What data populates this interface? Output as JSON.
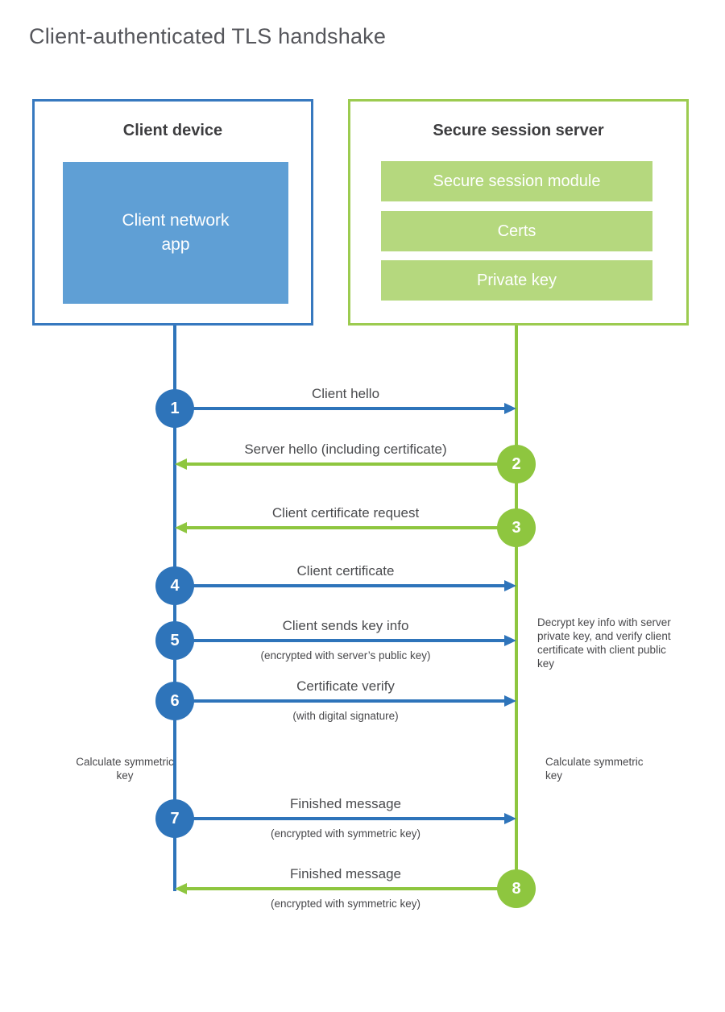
{
  "title": "Client-authenticated TLS handshake",
  "client": {
    "heading": "Client device",
    "app": "Client network app"
  },
  "server": {
    "heading": "Secure session server",
    "modules": [
      "Secure session module",
      "Certs",
      "Private key"
    ]
  },
  "messages": [
    {
      "num": "1",
      "label": "Client hello",
      "from": "client",
      "to": "server"
    },
    {
      "num": "2",
      "label": "Server hello (including certificate)",
      "from": "server",
      "to": "client"
    },
    {
      "num": "3",
      "label": "Client certificate request",
      "from": "server",
      "to": "client"
    },
    {
      "num": "4",
      "label": "Client certificate",
      "from": "client",
      "to": "server"
    },
    {
      "num": "5",
      "label": "Client sends key info",
      "sub": "(encrypted with server’s public key)",
      "from": "client",
      "to": "server"
    },
    {
      "num": "6",
      "label": "Certificate verify",
      "sub": "(with digital signature)",
      "from": "client",
      "to": "server"
    },
    {
      "num": "7",
      "label": "Finished message",
      "sub": "(encrypted with symmetric key)",
      "from": "client",
      "to": "server"
    },
    {
      "num": "8",
      "label": "Finished message",
      "sub": "(encrypted with symmetric key)",
      "from": "server",
      "to": "client"
    }
  ],
  "notes": {
    "server_side": "Decrypt key info with server private key, and verify client certificate with client public key",
    "calc_left": "Calculate symmetric key",
    "calc_right": "Calculate symmetric key"
  },
  "colors": {
    "blue": "#2e74ba",
    "blue-border": "#3779bf",
    "blue-fill": "#5f9fd5",
    "green": "#8ec63f",
    "green-border": "#9ccb50",
    "green-fill": "#b5d87e",
    "title-text": "#55565b",
    "heading-text": "#3d3d3f",
    "label-text": "#4a4b4e",
    "note-text": "#48484b"
  }
}
